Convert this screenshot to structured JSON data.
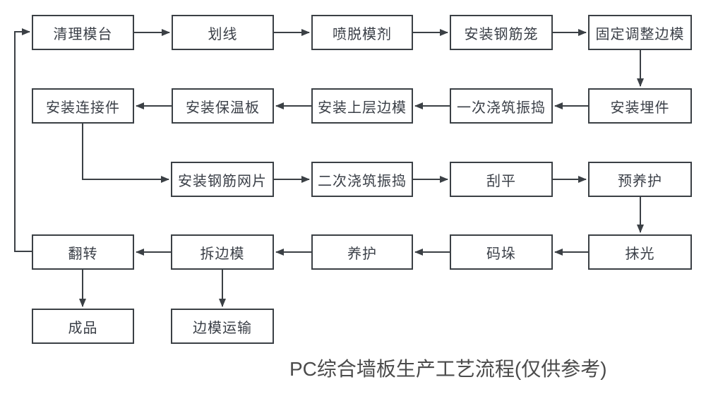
{
  "diagram": {
    "title": "PC综合墙板生产工艺流程(仅供参考)",
    "colors": {
      "line": "#3b4045",
      "node_border": "#3b4045",
      "node_text": "#3a3f47",
      "title_text": "#4b4b4b",
      "background": "#ffffff"
    },
    "nodes": [
      {
        "label": "清理模台"
      },
      {
        "label": "划线"
      },
      {
        "label": "喷脱模剂"
      },
      {
        "label": "安装钢筋笼"
      },
      {
        "label": "固定调整边模"
      },
      {
        "label": "安装连接件"
      },
      {
        "label": "安装保温板"
      },
      {
        "label": "安装上层边模"
      },
      {
        "label": "一次浇筑振捣"
      },
      {
        "label": "安装埋件"
      },
      {
        "label": "安装钢筋网片"
      },
      {
        "label": "二次浇筑振捣"
      },
      {
        "label": "刮平"
      },
      {
        "label": "预养护"
      },
      {
        "label": "翻转"
      },
      {
        "label": "拆边模"
      },
      {
        "label": "养护"
      },
      {
        "label": "码垛"
      },
      {
        "label": "抹光"
      },
      {
        "label": "成品"
      },
      {
        "label": "边模运输"
      }
    ],
    "edges": [
      {
        "from": "清理模台",
        "to": "划线"
      },
      {
        "from": "划线",
        "to": "喷脱模剂"
      },
      {
        "from": "喷脱模剂",
        "to": "安装钢筋笼"
      },
      {
        "from": "安装钢筋笼",
        "to": "固定调整边模"
      },
      {
        "from": "固定调整边模",
        "to": "安装埋件"
      },
      {
        "from": "安装埋件",
        "to": "一次浇筑振捣"
      },
      {
        "from": "一次浇筑振捣",
        "to": "安装上层边模"
      },
      {
        "from": "安装上层边模",
        "to": "安装保温板"
      },
      {
        "from": "安装保温板",
        "to": "安装连接件"
      },
      {
        "from": "安装连接件",
        "to": "安装钢筋网片"
      },
      {
        "from": "安装钢筋网片",
        "to": "二次浇筑振捣"
      },
      {
        "from": "二次浇筑振捣",
        "to": "刮平"
      },
      {
        "from": "刮平",
        "to": "预养护"
      },
      {
        "from": "预养护",
        "to": "抹光"
      },
      {
        "from": "抹光",
        "to": "码垛"
      },
      {
        "from": "码垛",
        "to": "养护"
      },
      {
        "from": "养护",
        "to": "拆边模"
      },
      {
        "from": "拆边模",
        "to": "翻转"
      },
      {
        "from": "翻转",
        "to": "成品"
      },
      {
        "from": "拆边模",
        "to": "边模运输"
      },
      {
        "from": "翻转",
        "to": "清理模台"
      }
    ]
  }
}
